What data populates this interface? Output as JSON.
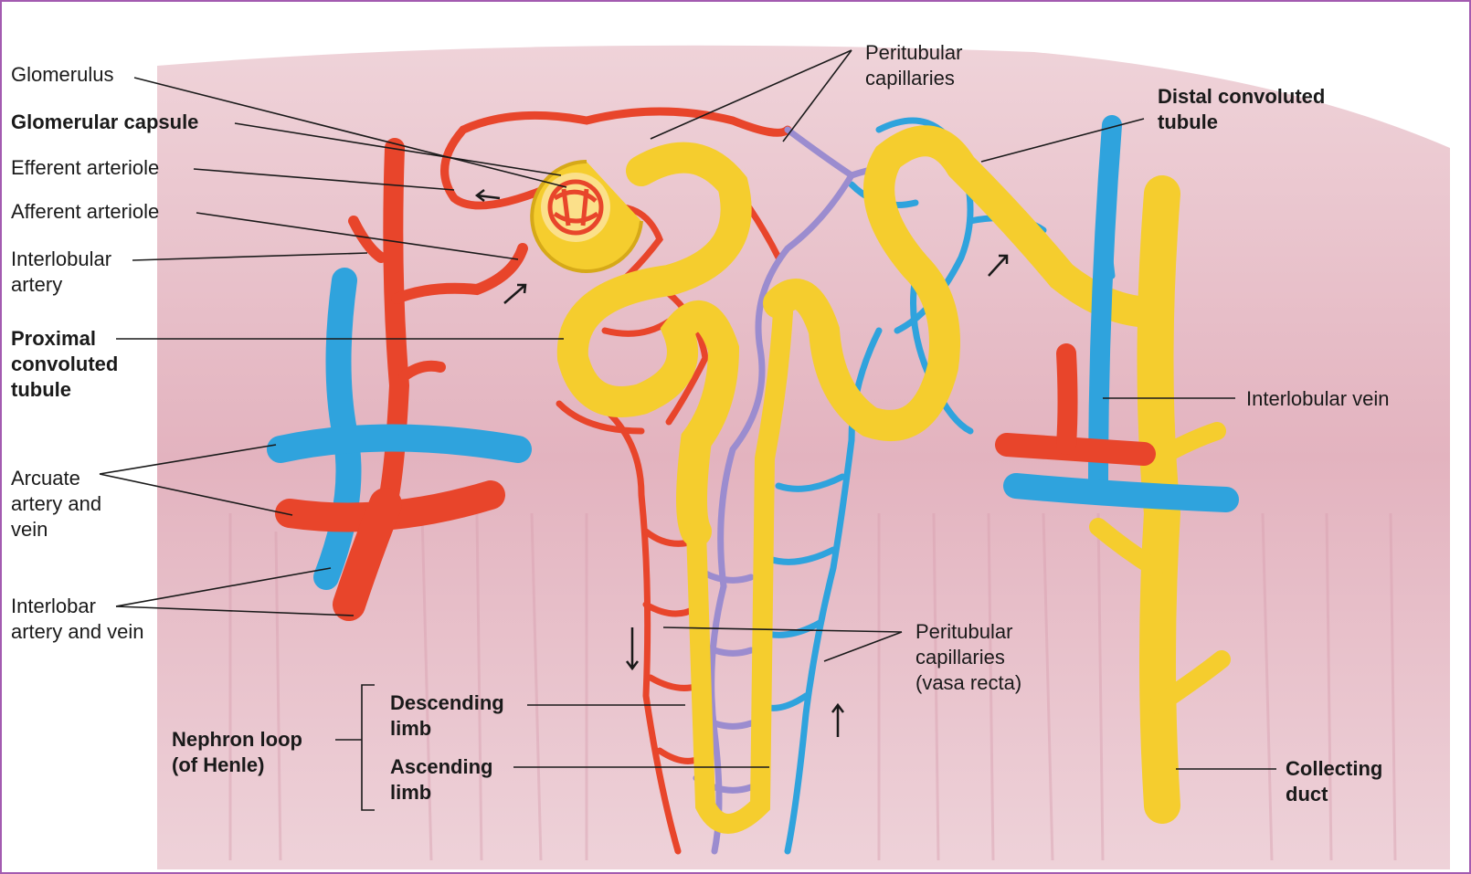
{
  "diagram": {
    "labels": {
      "glomerulus": [
        "Glomerulus"
      ],
      "glomerular_capsule": [
        "Glomerular capsule"
      ],
      "efferent_arteriole": [
        "Efferent arteriole"
      ],
      "afferent_arteriole": [
        "Afferent arteriole"
      ],
      "interlobular_artery": [
        "Interlobular",
        "artery"
      ],
      "proximal_tubule": [
        "Proximal",
        "convoluted",
        "tubule"
      ],
      "arcuate": [
        "Arcuate",
        "artery and",
        "vein"
      ],
      "interlobar": [
        "Interlobar",
        "artery and vein"
      ],
      "nephron_loop": [
        "Nephron loop",
        "(of Henle)"
      ],
      "descending_limb": [
        "Descending",
        "limb"
      ],
      "ascending_limb": [
        "Ascending",
        "limb"
      ],
      "peritubular_top": [
        "Peritubular",
        "capillaries"
      ],
      "peritubular_vasa": [
        "Peritubular",
        "capillaries",
        "(vasa recta)"
      ],
      "distal_tubule": [
        "Distal convoluted",
        "tubule"
      ],
      "interlobular_vein": [
        "Interlobular vein"
      ],
      "collecting_duct": [
        "Collecting",
        "duct"
      ]
    },
    "colors": {
      "artery": "#e8452b",
      "vein": "#2fa3dd",
      "tubule": "#f5cd2e",
      "capillary_mixed": "#9b8ccf",
      "tissue": "#e8bcc6",
      "frame": "#a35bb0"
    }
  }
}
